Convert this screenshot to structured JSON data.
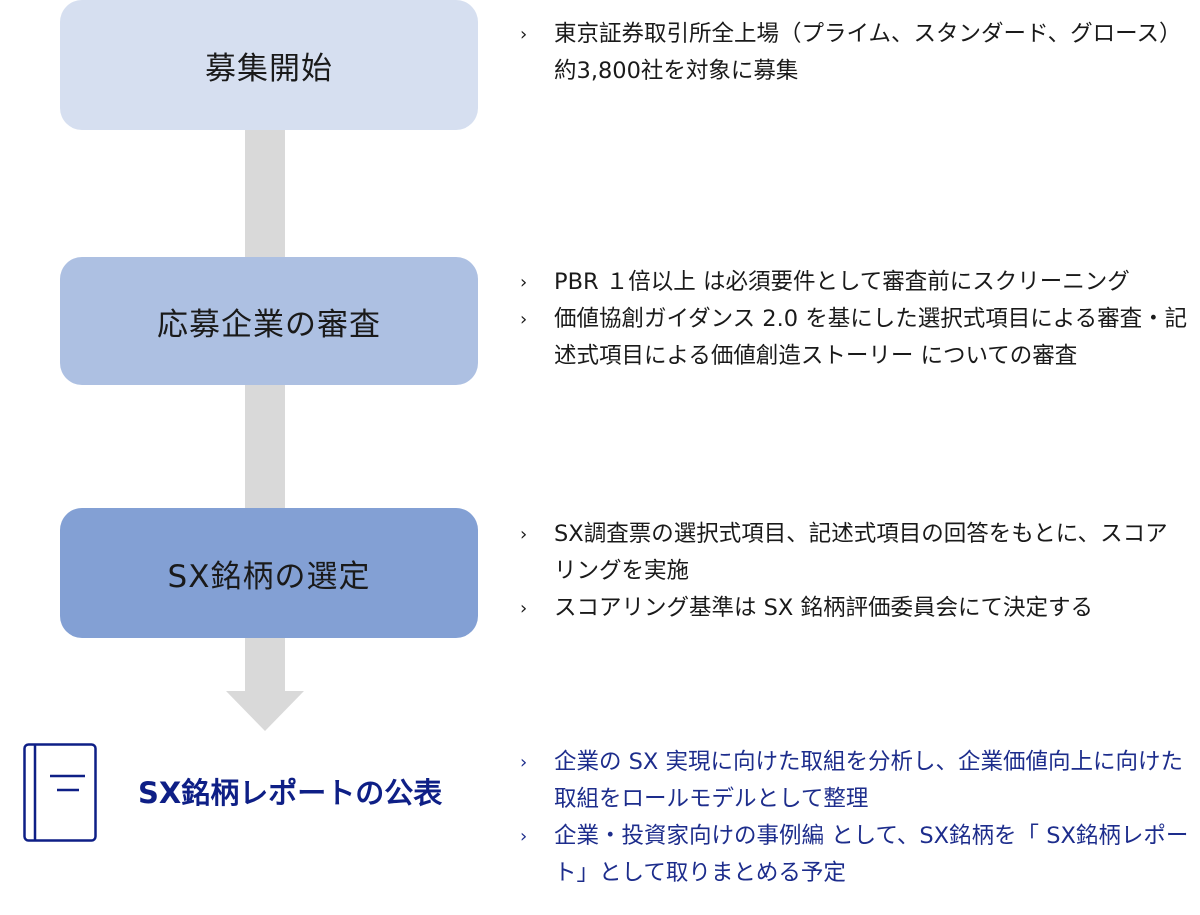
{
  "steps": [
    {
      "label": "募集開始",
      "color": "#d6dff0",
      "bullets": [
        "東京証券取引所全上場（プライム、スタンダード、グロース）約3,800社を対象に募集"
      ]
    },
    {
      "label": "応募企業の審査",
      "color": "#adc0e2",
      "bullets": [
        "PBR １倍以上 は必須要件として審査前にスクリーニング",
        "価値協創ガイダンス 2.0 を基にした選択式項目による審査・記述式項目による価値創造ストーリー についての審査"
      ]
    },
    {
      "label": "SX銘柄の選定",
      "color": "#83a0d4",
      "bullets": [
        "SX調査票の選択式項目、記述式項目の回答をもとに、スコアリングを実施",
        "スコアリング基準は SX 銘柄評価委員会にて決定する"
      ]
    }
  ],
  "final": {
    "label": "SX銘柄レポートの公表",
    "icon": "book-icon",
    "color": "#0e1f86",
    "bullets": [
      "企業の SX 実現に向けた取組を分析し、企業価値向上に向けた取組をロールモデルとして整理",
      "企業・投資家向けの事例編 として、SX銘柄を「 SX銘柄レポート」として取りまとめる予定"
    ]
  },
  "bullet_mark": "›"
}
